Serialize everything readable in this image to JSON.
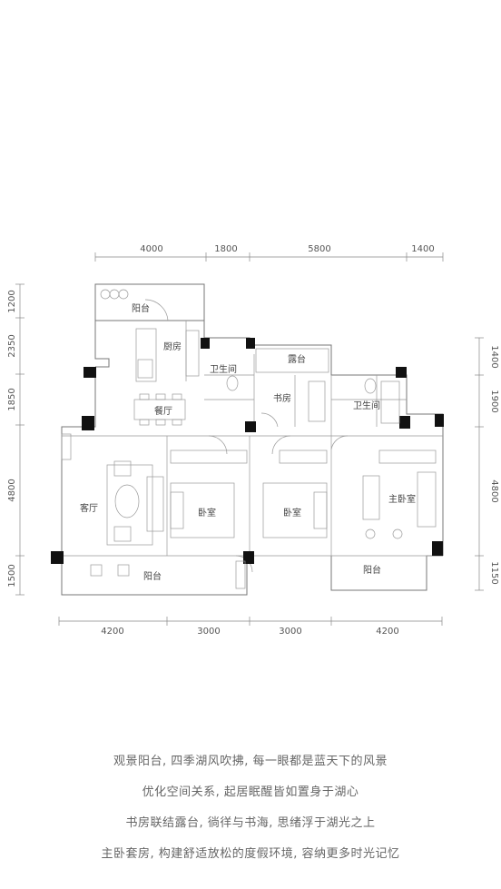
{
  "dimensions": {
    "top": [
      "4000",
      "1800",
      "5800",
      "1400"
    ],
    "bottom": [
      "4200",
      "3000",
      "3000",
      "4200"
    ],
    "left": [
      "1200",
      "2350",
      "1850",
      "4800",
      "1500"
    ],
    "right": [
      "1400",
      "1900",
      "4800",
      "1150"
    ]
  },
  "rooms": {
    "balcony_north": "阳台",
    "kitchen": "厨房",
    "bath_1": "卫生间",
    "terrace": "露台",
    "study": "书房",
    "bath_2": "卫生间",
    "dining": "餐厅",
    "living": "客厅",
    "bedroom_1": "卧室",
    "bedroom_2": "卧室",
    "master_bedroom": "主卧室",
    "balcony_south": "阳台",
    "balcony_master": "阳台"
  },
  "captions": [
    "观景阳台, 四季湖风吹拂, 每一眼都是蓝天下的风景",
    "优化空间关系, 起居眠醒皆如置身于湖心",
    "书房联结露台, 徜徉与书海, 思绪浮于湖光之上",
    "主卧套房, 构建舒适放松的度假环境, 容纳更多时光记忆"
  ],
  "colors": {
    "wall": "#777777",
    "column": "#111111",
    "text": "#555555"
  }
}
